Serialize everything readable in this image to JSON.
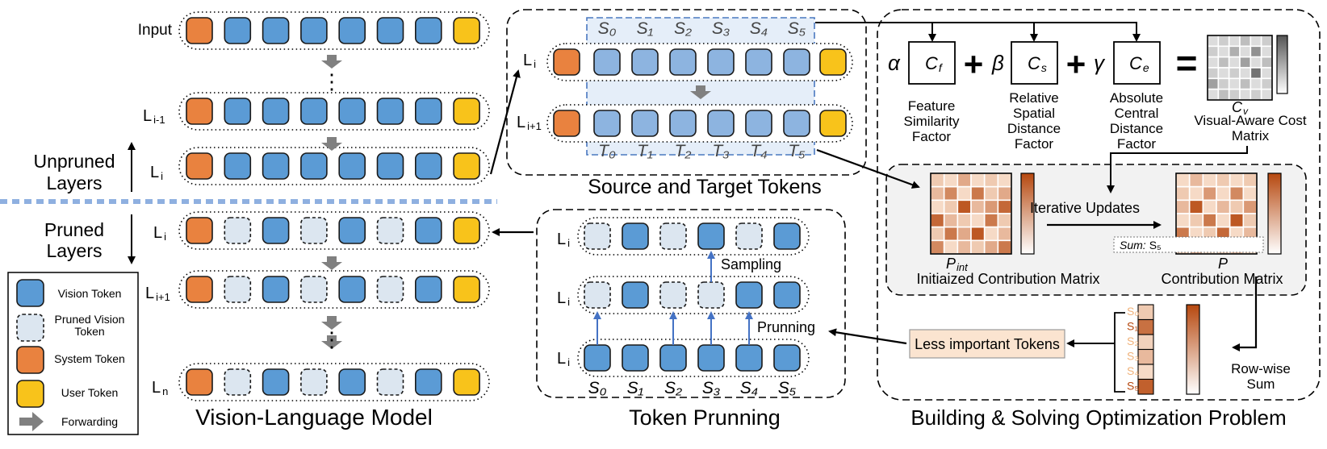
{
  "colors": {
    "vision_token": "#5b9bd5",
    "vision_token_light": "#8db4e0",
    "pruned_token": "#dce6f0",
    "system_token": "#e9823f",
    "user_token": "#f8c31b",
    "forward_arrow": "#808080",
    "dashed_line": "#8fb0e0",
    "highlight_fill": "#e5eef9",
    "heat_dark": "#b6480f",
    "heat_light": "#fde6d4"
  },
  "vlm": {
    "title": "Vision-Language Model",
    "row_labels": {
      "input": "Input",
      "dots": "⋮",
      "l_i_minus_1": "L",
      "l_i_minus_1_sub": "i-1",
      "l_i": "L",
      "l_i_sub": "i",
      "l_i_plus_1": "L",
      "l_i_plus_1_sub": "i+1",
      "l_n": "L",
      "l_n_sub": "n"
    },
    "unpruned_label": [
      "Unpruned",
      "Layers"
    ],
    "pruned_label": [
      "Pruned",
      "Layers"
    ]
  },
  "legend": {
    "vision": "Vision Token",
    "pruned": [
      "Pruned Vision",
      "Token"
    ],
    "system": "System Token",
    "user": "User Token",
    "forwarding": "Forwarding"
  },
  "source_target": {
    "title": "Source and Target Tokens",
    "source_labels": [
      "S₀",
      "S₁",
      "S₂",
      "S₃",
      "S₄",
      "S₅"
    ],
    "target_labels": [
      "T₀",
      "T₁",
      "T₂",
      "T₃",
      "T₄",
      "T₅"
    ],
    "row_top": "L",
    "row_top_sub": "i",
    "row_bottom": "L",
    "row_bottom_sub": "i+1"
  },
  "pruning": {
    "title": "Token Prunning",
    "row_label": "L",
    "row_label_sub": "i",
    "sampling": "Sampling",
    "prunning": "Prunning",
    "source_labels": [
      "S₀",
      "S₁",
      "S₂",
      "S₃",
      "S₄",
      "S₅"
    ]
  },
  "optimization": {
    "title": "Building & Solving Optimization Problem",
    "alpha": "α",
    "beta": "β",
    "gamma": "γ",
    "cf": "C",
    "cf_sub": "f",
    "cs": "C",
    "cs_sub": "s",
    "ce": "C",
    "ce_sub": "e",
    "cv": "C",
    "cv_sub": "v",
    "plus": "+",
    "equals": "=",
    "feature": [
      "Feature",
      "Similarity",
      "Factor"
    ],
    "spatial": [
      "Relative",
      "Spatial",
      "Distance",
      "Factor"
    ],
    "central": [
      "Absolute",
      "Central",
      "Distance",
      "Factor"
    ],
    "cost": [
      "Visual-Aware Cost",
      "Matrix"
    ],
    "p_int": "P",
    "p_int_sub": "int",
    "p_int_caption": "Initiaized Contribution Matrix",
    "iterative": "Iterative Updates",
    "p": "P",
    "p_caption": "Contribution Matrix",
    "sum_label": "Sum:",
    "sum_value": "S₅",
    "rowwise": [
      "Row-wise",
      "Sum"
    ],
    "less_important": "Less important Tokens",
    "s_labels": [
      "S₀",
      "S₁",
      "S₂",
      "S₃",
      "S₄",
      "S₅"
    ]
  }
}
